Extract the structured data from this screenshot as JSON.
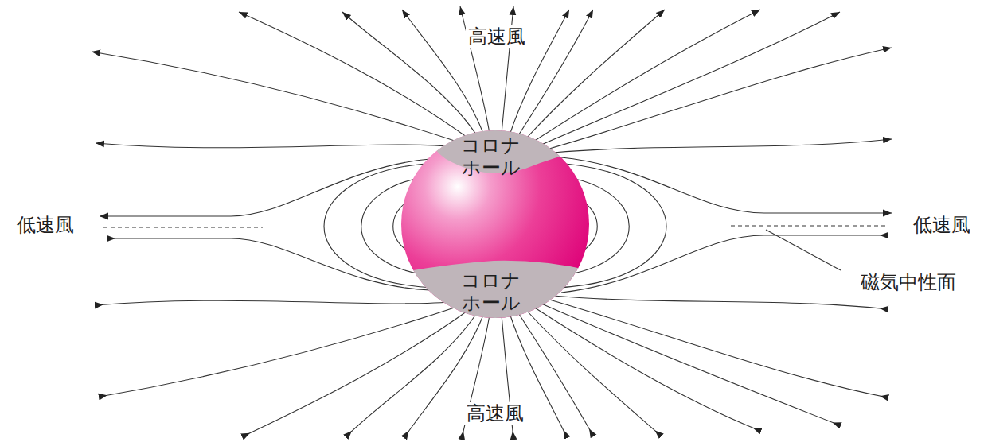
{
  "diagram": {
    "nodes": [
      {
        "text": [
          "コロナ ホール"
        ]
      },
      {
        "text": [
          "コロナ ホール"
        ]
      }
    ],
    "labels": [
      "高速風",
      "低速風",
      "低速風",
      "磁気中性面",
      "高速風"
    ]
  }
}
